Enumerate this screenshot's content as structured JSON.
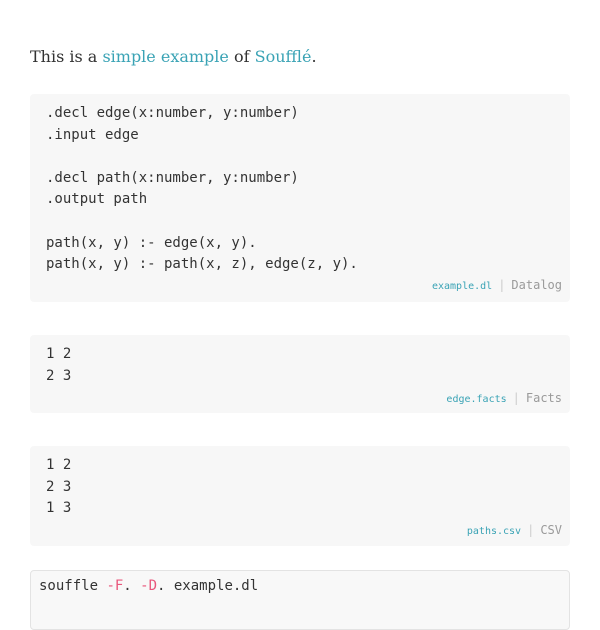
{
  "intro": {
    "prefix": "This is a ",
    "link_example": "simple example",
    "middle": " of ",
    "link_souffle": "Soufflé",
    "suffix": "."
  },
  "blocks": [
    {
      "code": ".decl edge(x:number, y:number)\n.input edge\n\n.decl path(x:number, y:number)\n.output path\n\npath(x, y) :- edge(x, y).\npath(x, y) :- path(x, z), edge(z, y).",
      "filename": "example.dl",
      "separator": "|",
      "language": "Datalog"
    },
    {
      "code": "1 2\n2 3",
      "filename": "edge.facts",
      "separator": "|",
      "language": "Facts"
    },
    {
      "code": "1 2\n2 3\n1 3",
      "filename": "paths.csv",
      "separator": "|",
      "language": "CSV"
    }
  ],
  "command": {
    "program": "souffle ",
    "flag1": "-F",
    "arg1": ". ",
    "flag2": "-D",
    "arg2": ". example.dl"
  },
  "colors": {
    "link": "#3aa3b5",
    "flag": "#e9567b",
    "code_bg": "#f7f7f7"
  }
}
